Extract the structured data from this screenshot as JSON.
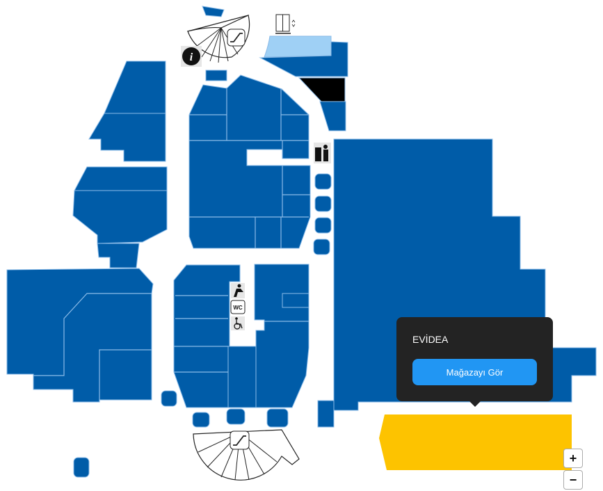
{
  "popup": {
    "store_name": "EVİDEA",
    "button_label": "Mağazayı Gör"
  },
  "zoom": {
    "in_label": "+",
    "out_label": "−"
  },
  "icons": {
    "info": "i",
    "wc": "WC"
  },
  "colors": {
    "store": "#005ca8",
    "selected_store": "#fdc300",
    "light_store": "#9fd0f5",
    "closed_store": "#000000",
    "popup_bg": "#232323",
    "button": "#2196f3"
  }
}
